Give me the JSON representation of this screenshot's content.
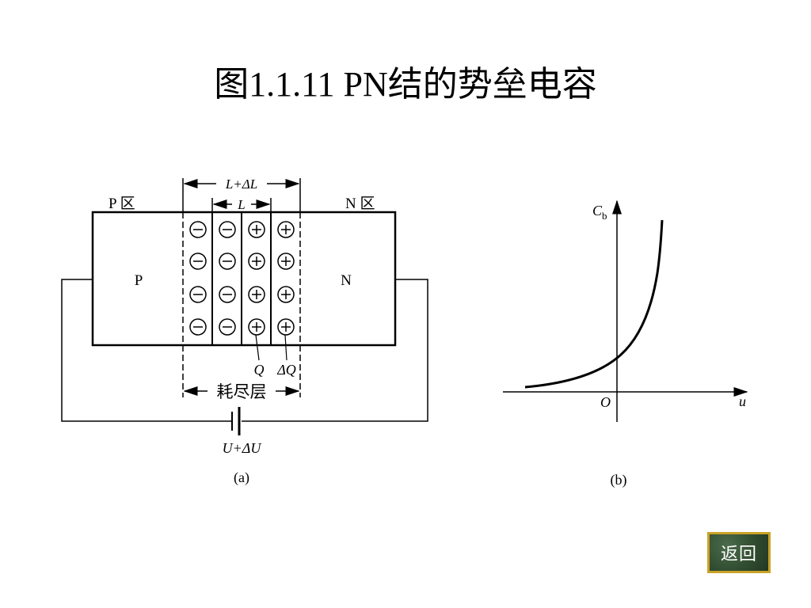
{
  "title": "图1.1.11 PN结的势垒电容",
  "diagram_a": {
    "p_region_label": "P 区",
    "n_region_label": "N 区",
    "p_label": "P",
    "n_label": "N",
    "width_total_label": "L+ΔL",
    "width_label": "L",
    "neg_symbol": "⊖",
    "pos_symbol": "⊕",
    "q_label": "Q",
    "dq_label": "ΔQ",
    "depletion_label": "耗尽层",
    "voltage_label": "U+ΔU",
    "caption": "(a)"
  },
  "diagram_b": {
    "y_axis_label": "C",
    "y_axis_sub": "b",
    "x_axis_label": "u",
    "origin_label": "O",
    "caption": "(b)"
  },
  "return_button": "返回"
}
